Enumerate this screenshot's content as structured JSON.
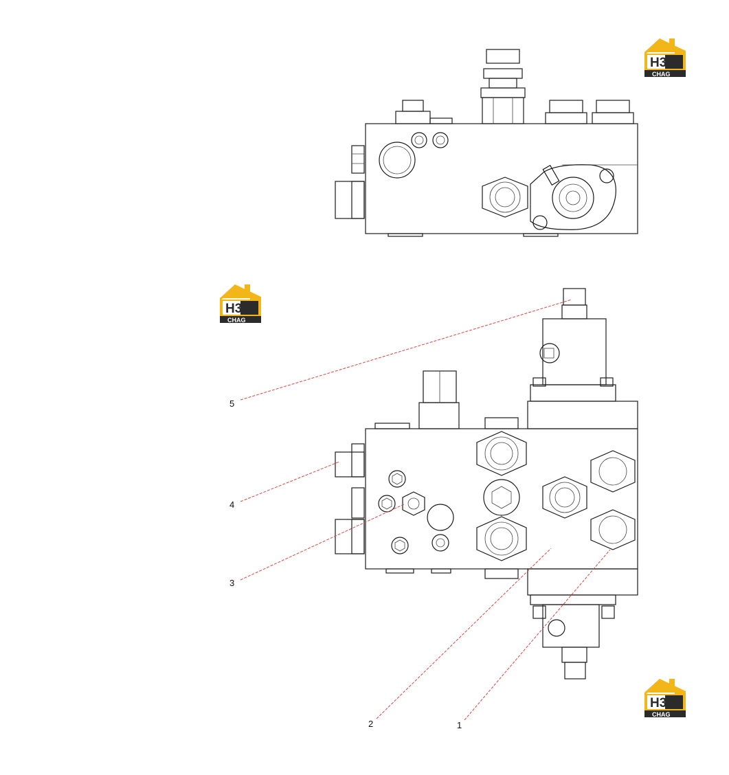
{
  "logo": {
    "mark": "H3",
    "word": "CHAG",
    "gold": "#F2B619",
    "dark": "#2b2b2b"
  },
  "callouts": [
    "5",
    "4",
    "3",
    "2",
    "1"
  ],
  "leader_color": "#d9463c"
}
